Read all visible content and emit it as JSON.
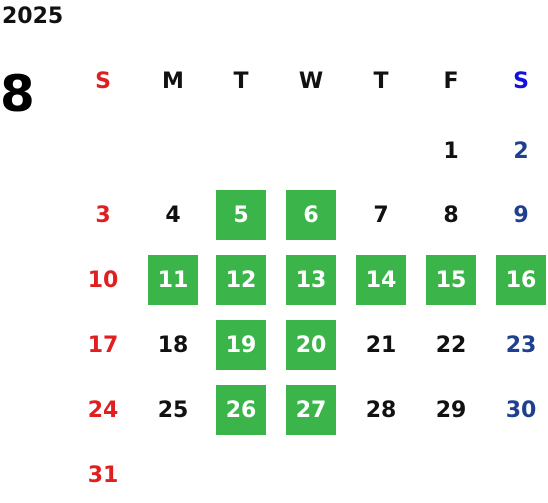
{
  "calendar": {
    "year": "2025",
    "month": "8",
    "weekdays": [
      "S",
      "M",
      "T",
      "W",
      "T",
      "F",
      "S"
    ],
    "days": {
      "d1": "1",
      "d2": "2",
      "d3": "3",
      "d4": "4",
      "d5": "5",
      "d6": "6",
      "d7": "7",
      "d8": "8",
      "d9": "9",
      "d10": "10",
      "d11": "11",
      "d12": "12",
      "d13": "13",
      "d14": "14",
      "d15": "15",
      "d16": "16",
      "d17": "17",
      "d18": "18",
      "d19": "19",
      "d20": "20",
      "d21": "21",
      "d22": "22",
      "d23": "23",
      "d24": "24",
      "d25": "25",
      "d26": "26",
      "d27": "27",
      "d28": "28",
      "d29": "29",
      "d30": "30",
      "d31": "31"
    },
    "colors": {
      "highlight": "#3bb54a",
      "sunday": "#e02020",
      "saturday": "#1f3f8f",
      "saturday_header": "#1010e0"
    }
  }
}
